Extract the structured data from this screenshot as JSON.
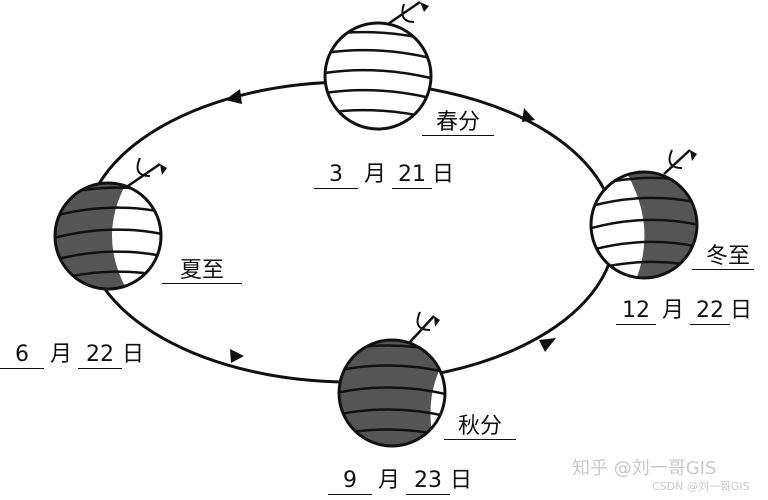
{
  "seasons": {
    "spring": {
      "name": "春分",
      "month": "3",
      "day": "21",
      "month_unit": "月",
      "day_unit": "日"
    },
    "summer": {
      "name": "夏至",
      "month": "6",
      "day": "22",
      "month_unit": "月",
      "day_unit": "日"
    },
    "autumn": {
      "name": "秋分",
      "month": "9",
      "day": "23",
      "month_unit": "月",
      "day_unit": "日"
    },
    "winter": {
      "name": "冬至",
      "month": "12",
      "day": "22",
      "month_unit": "月",
      "day_unit": "日"
    }
  },
  "watermark": {
    "main": "知乎 @刘一哥GIS",
    "sub": "CSDN @刘一哥GIS"
  },
  "colors": {
    "line": "#111111",
    "night": "#555555",
    "background": "#ffffff",
    "watermark": "#c9c9c9"
  }
}
